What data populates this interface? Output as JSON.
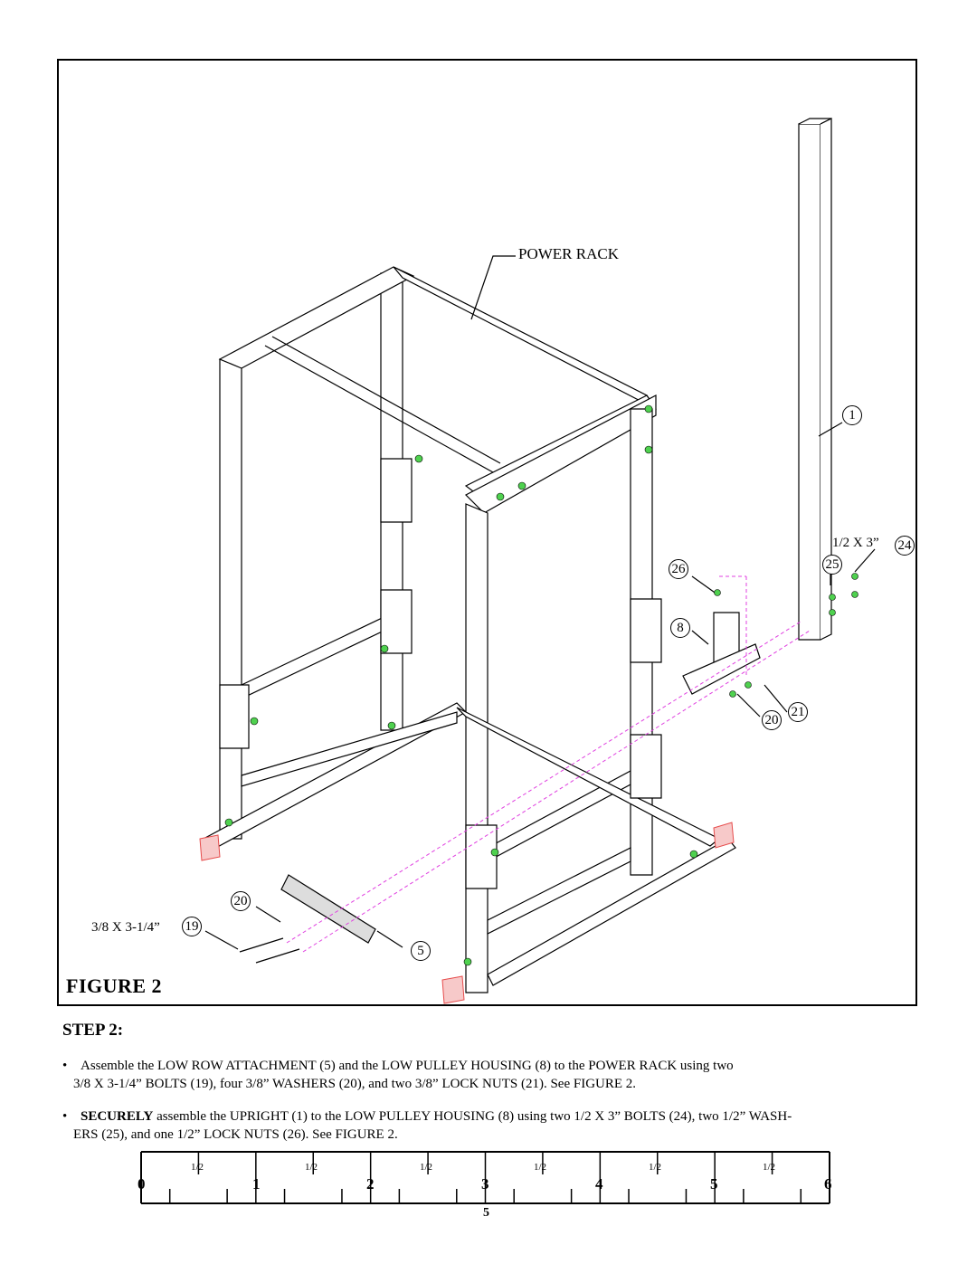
{
  "figure": {
    "title": "FIGURE 2",
    "product_label": "POWER RACK",
    "bolt_label_upper": "1/2 X 3”",
    "bolt_label_lower": "3/8 X 3-1/4”",
    "callouts": {
      "c1": "1",
      "c24": "24",
      "c25": "25",
      "c26": "26",
      "c8": "8",
      "c20a": "20",
      "c21": "21",
      "c20b": "20",
      "c19": "19",
      "c5": "5"
    },
    "accent_colors": {
      "bolt_green": "#4fd14f",
      "foot_red": "#e64b4b",
      "guide_magenta": "#e040e0"
    }
  },
  "step": {
    "heading": "STEP 2:",
    "bullet1": {
      "line1": "Assemble the LOW ROW ATTACHMENT (5) and the LOW PULLEY HOUSING (8) to the POWER RACK using two",
      "line2": "3/8 X 3-1/4” BOLTS (19), four  3/8” WASHERS (20), and two 3/8” LOCK NUTS (21). See FIGURE 2."
    },
    "bullet2": {
      "bold": "SECURELY",
      "line1": " assemble the UPRIGHT (1) to the LOW PULLEY HOUSING (8) using two 1/2 X 3” BOLTS (24), two 1/2” WASH-",
      "line2": "ERS (25), and one 1/2” LOCK NUTS (26). See FIGURE 2."
    }
  },
  "ruler": {
    "inches": [
      "0",
      "1",
      "2",
      "3",
      "4",
      "5",
      "6"
    ],
    "half_label": "1/2"
  },
  "page_number": "5"
}
